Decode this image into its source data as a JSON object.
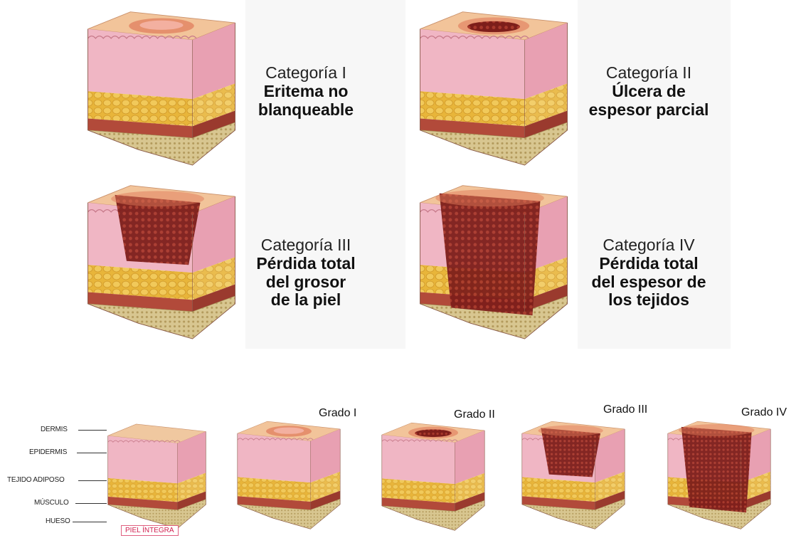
{
  "colors": {
    "epidermis": "#e9a9b5",
    "dermis": "#f0b6c4",
    "fat": "#e8b53a",
    "muscle": "#b24a3a",
    "bone": "#d8c690",
    "wound": "#7d1e1a",
    "surface_rim": "#e07a5a",
    "tag_border": "#e06080"
  },
  "top": {
    "items": [
      {
        "category": "Categoría I",
        "description": "Eritema no\nblanqueable",
        "stage": 1
      },
      {
        "category": "Categoría II",
        "description": "Úlcera de\nespesor parcial",
        "stage": 2
      },
      {
        "category": "Categoría III",
        "description": "Pérdida total\ndel grosor\nde la piel",
        "stage": 3
      },
      {
        "category": "Categoría IV",
        "description": "Pérdida total\ndel espesor de\nlos tejidos",
        "stage": 4
      }
    ]
  },
  "bottom": {
    "layers": [
      "DERMIS",
      "EPIDERMIS",
      "TEJIDO ADIPOSO",
      "MÚSCULO",
      "HUESO"
    ],
    "intact_label": "PIEL ÍNTEGRA",
    "grades": [
      "Grado I",
      "Grado II",
      "Grado III",
      "Grado IV"
    ]
  }
}
